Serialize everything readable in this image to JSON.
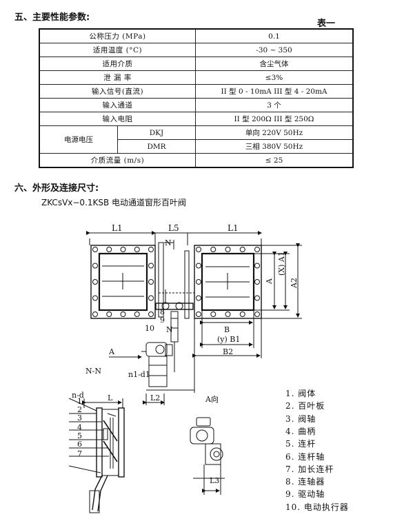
{
  "section5_title": "五、主要性能参数:",
  "table_tag": "表一",
  "rows": [
    {
      "key": "公称压力 (MPa)",
      "value": "0.1"
    },
    {
      "key": "适用温度 (°C)",
      "value": "-30 ~ 350"
    },
    {
      "key": "适用介质",
      "value": "含尘气体"
    },
    {
      "key": "泄 漏 率",
      "value": "≤3%"
    },
    {
      "key": "输入信号(直流)",
      "value": "II 型 0 - 10mA   III 型 4 - 20mA"
    },
    {
      "key": "输入通道",
      "value": "3 个"
    },
    {
      "key": "输入电阻",
      "value": "II 型 200Ω   III 型 250Ω"
    }
  ],
  "power": {
    "key": "电源电压",
    "sub": [
      {
        "label": "DKJ",
        "value": "单向 220V 50Hz"
      },
      {
        "label": "DMR",
        "value": "三相 380V 50Hz"
      }
    ]
  },
  "flow": {
    "key": "介质流量 (m/s)",
    "value": "≤ 25"
  },
  "section6_title": "六、外形及连接尺寸:",
  "model_title": "ZKCsVx−0.1KSB  电动通道窗形百叶阀",
  "drawing": {
    "L1_left": "L1",
    "L5": "L5",
    "L1_right": "L1",
    "N_top": "N",
    "N_mid": "N",
    "A1": "(X) A1",
    "A": "A",
    "A2": "A2",
    "B": "B",
    "B1": "(y) B1",
    "B2": "B2",
    "num10": "10",
    "num8": "8",
    "num9": "9",
    "arrowA": "A",
    "NN": "N-N",
    "n1d1": "n1-d1",
    "L2": "L2",
    "nd": "n-d",
    "L": "L",
    "Aview": "A向",
    "L3": "L3",
    "callouts": [
      "1",
      "2",
      "3",
      "4",
      "5",
      "6",
      "7"
    ]
  },
  "legend": [
    "1. 阀体",
    "2. 百叶板",
    "3. 阀轴",
    "4. 曲柄",
    "5. 连杆",
    "6. 连杆轴",
    "7. 加长连杆",
    "8. 连轴器",
    "9. 驱动轴",
    "10. 电动执行器"
  ]
}
